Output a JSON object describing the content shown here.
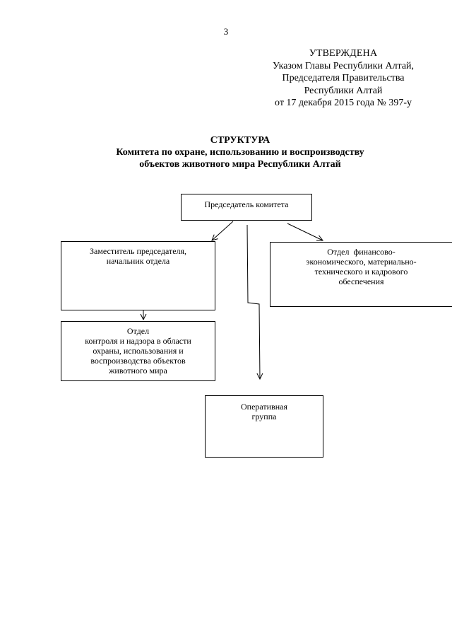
{
  "page_number": "3",
  "approval": {
    "stamp": "УТВЕРЖДЕНА",
    "lines": [
      "Указом Главы Республики Алтай,",
      "Председателя Правительства",
      "Республики Алтай",
      "от 17 декабря 2015 года № 397-у"
    ]
  },
  "heading": {
    "title": "СТРУКТУРА",
    "subtitle_lines": [
      "Комитета по охране, использованию и воспроизводству",
      "объектов животного мира Республики Алтай"
    ]
  },
  "org_chart": {
    "chairman": {
      "lines": [
        "Председатель комитета"
      ]
    },
    "deputy": {
      "lines": [
        "Заместитель председателя,",
        "начальник отдела"
      ]
    },
    "finance_department": {
      "lines": [
        "Отдел  финансово-",
        "экономического, материально-",
        "технического и кадрового",
        "обеспечения"
      ]
    },
    "control_department": {
      "lines": [
        "Отдел",
        "контроля и надзора в области",
        "охраны, использования и",
        "воспроизводства объектов",
        "животного мира"
      ]
    },
    "operative_group": {
      "lines": [
        "Оперативная",
        "группа"
      ]
    }
  }
}
